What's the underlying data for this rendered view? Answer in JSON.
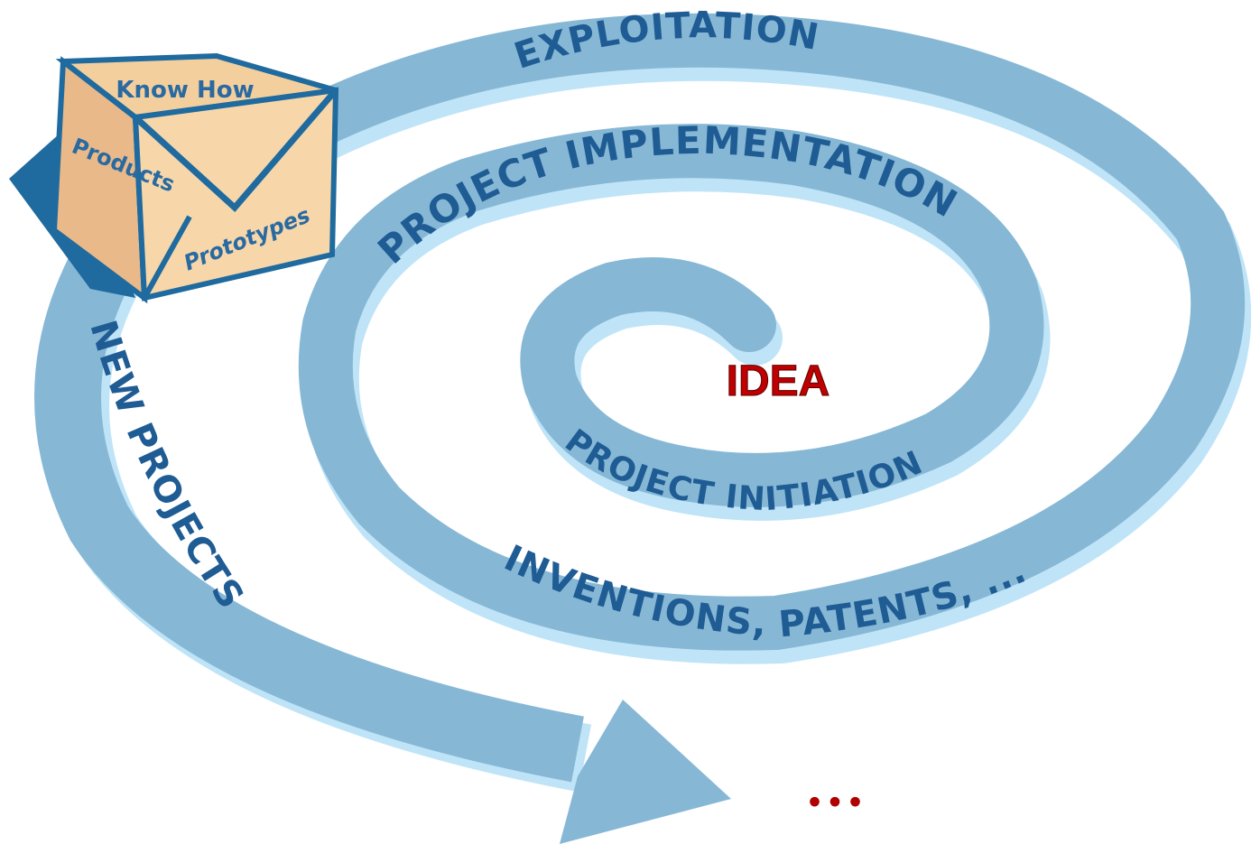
{
  "labels": {
    "center": "IDEA",
    "ring1": "PROJECT INITIATION",
    "ring2": "PROJECT IMPLEMENTATION",
    "ring3": "INVENTIONS, PATENTS, ...",
    "ring4": "EXPLOITATION",
    "ring5": "NEW PROJECTS",
    "ellipsis": "..."
  },
  "cube": {
    "top": "Know How",
    "left": "Products",
    "front": "Prototypes"
  },
  "colors": {
    "band": "#86b8d6",
    "band_edge": "#bfe4f7",
    "text": "#1f5c94",
    "idea": "#c00000",
    "cube_face": "#f4cf9e",
    "cube_edge": "#1f6a9e"
  }
}
